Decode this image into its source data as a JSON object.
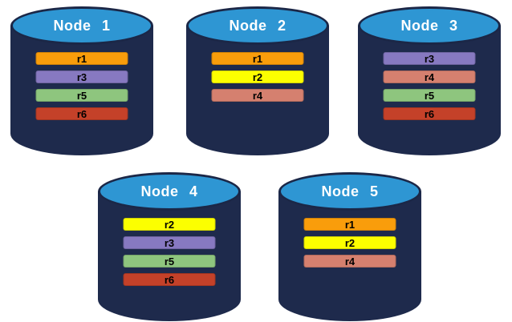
{
  "diagram": {
    "colors": {
      "background": "#FFFFFF",
      "cylinder_body": "#1E2A4C",
      "cylinder_top": "#2E96D3",
      "record_r1": "#F99D0B",
      "record_r2": "#FCFF00",
      "record_r3": "#8779C1",
      "record_r4": "#D5806F",
      "record_r5": "#8EC57E",
      "record_r6": "#C44129"
    },
    "nodes": [
      {
        "label": "Node 1",
        "records": [
          {
            "label": "r1",
            "color": "#F99D0B"
          },
          {
            "label": "r3",
            "color": "#8779C1"
          },
          {
            "label": "r5",
            "color": "#8EC57E"
          },
          {
            "label": "r6",
            "color": "#C44129"
          }
        ]
      },
      {
        "label": "Node 2",
        "records": [
          {
            "label": "r1",
            "color": "#F99D0B"
          },
          {
            "label": "r2",
            "color": "#FCFF00"
          },
          {
            "label": "r4",
            "color": "#D5806F"
          }
        ]
      },
      {
        "label": "Node 3",
        "records": [
          {
            "label": "r3",
            "color": "#8779C1"
          },
          {
            "label": "r4",
            "color": "#D5806F"
          },
          {
            "label": "r5",
            "color": "#8EC57E"
          },
          {
            "label": "r6",
            "color": "#C44129"
          }
        ]
      },
      {
        "label": "Node 4",
        "records": [
          {
            "label": "r2",
            "color": "#FCFF00"
          },
          {
            "label": "r3",
            "color": "#8779C1"
          },
          {
            "label": "r5",
            "color": "#8EC57E"
          },
          {
            "label": "r6",
            "color": "#C44129"
          }
        ]
      },
      {
        "label": "Node 5",
        "records": [
          {
            "label": "r1",
            "color": "#F99D0B"
          },
          {
            "label": "r2",
            "color": "#FCFF00"
          },
          {
            "label": "r4",
            "color": "#D5806F"
          }
        ]
      }
    ]
  }
}
